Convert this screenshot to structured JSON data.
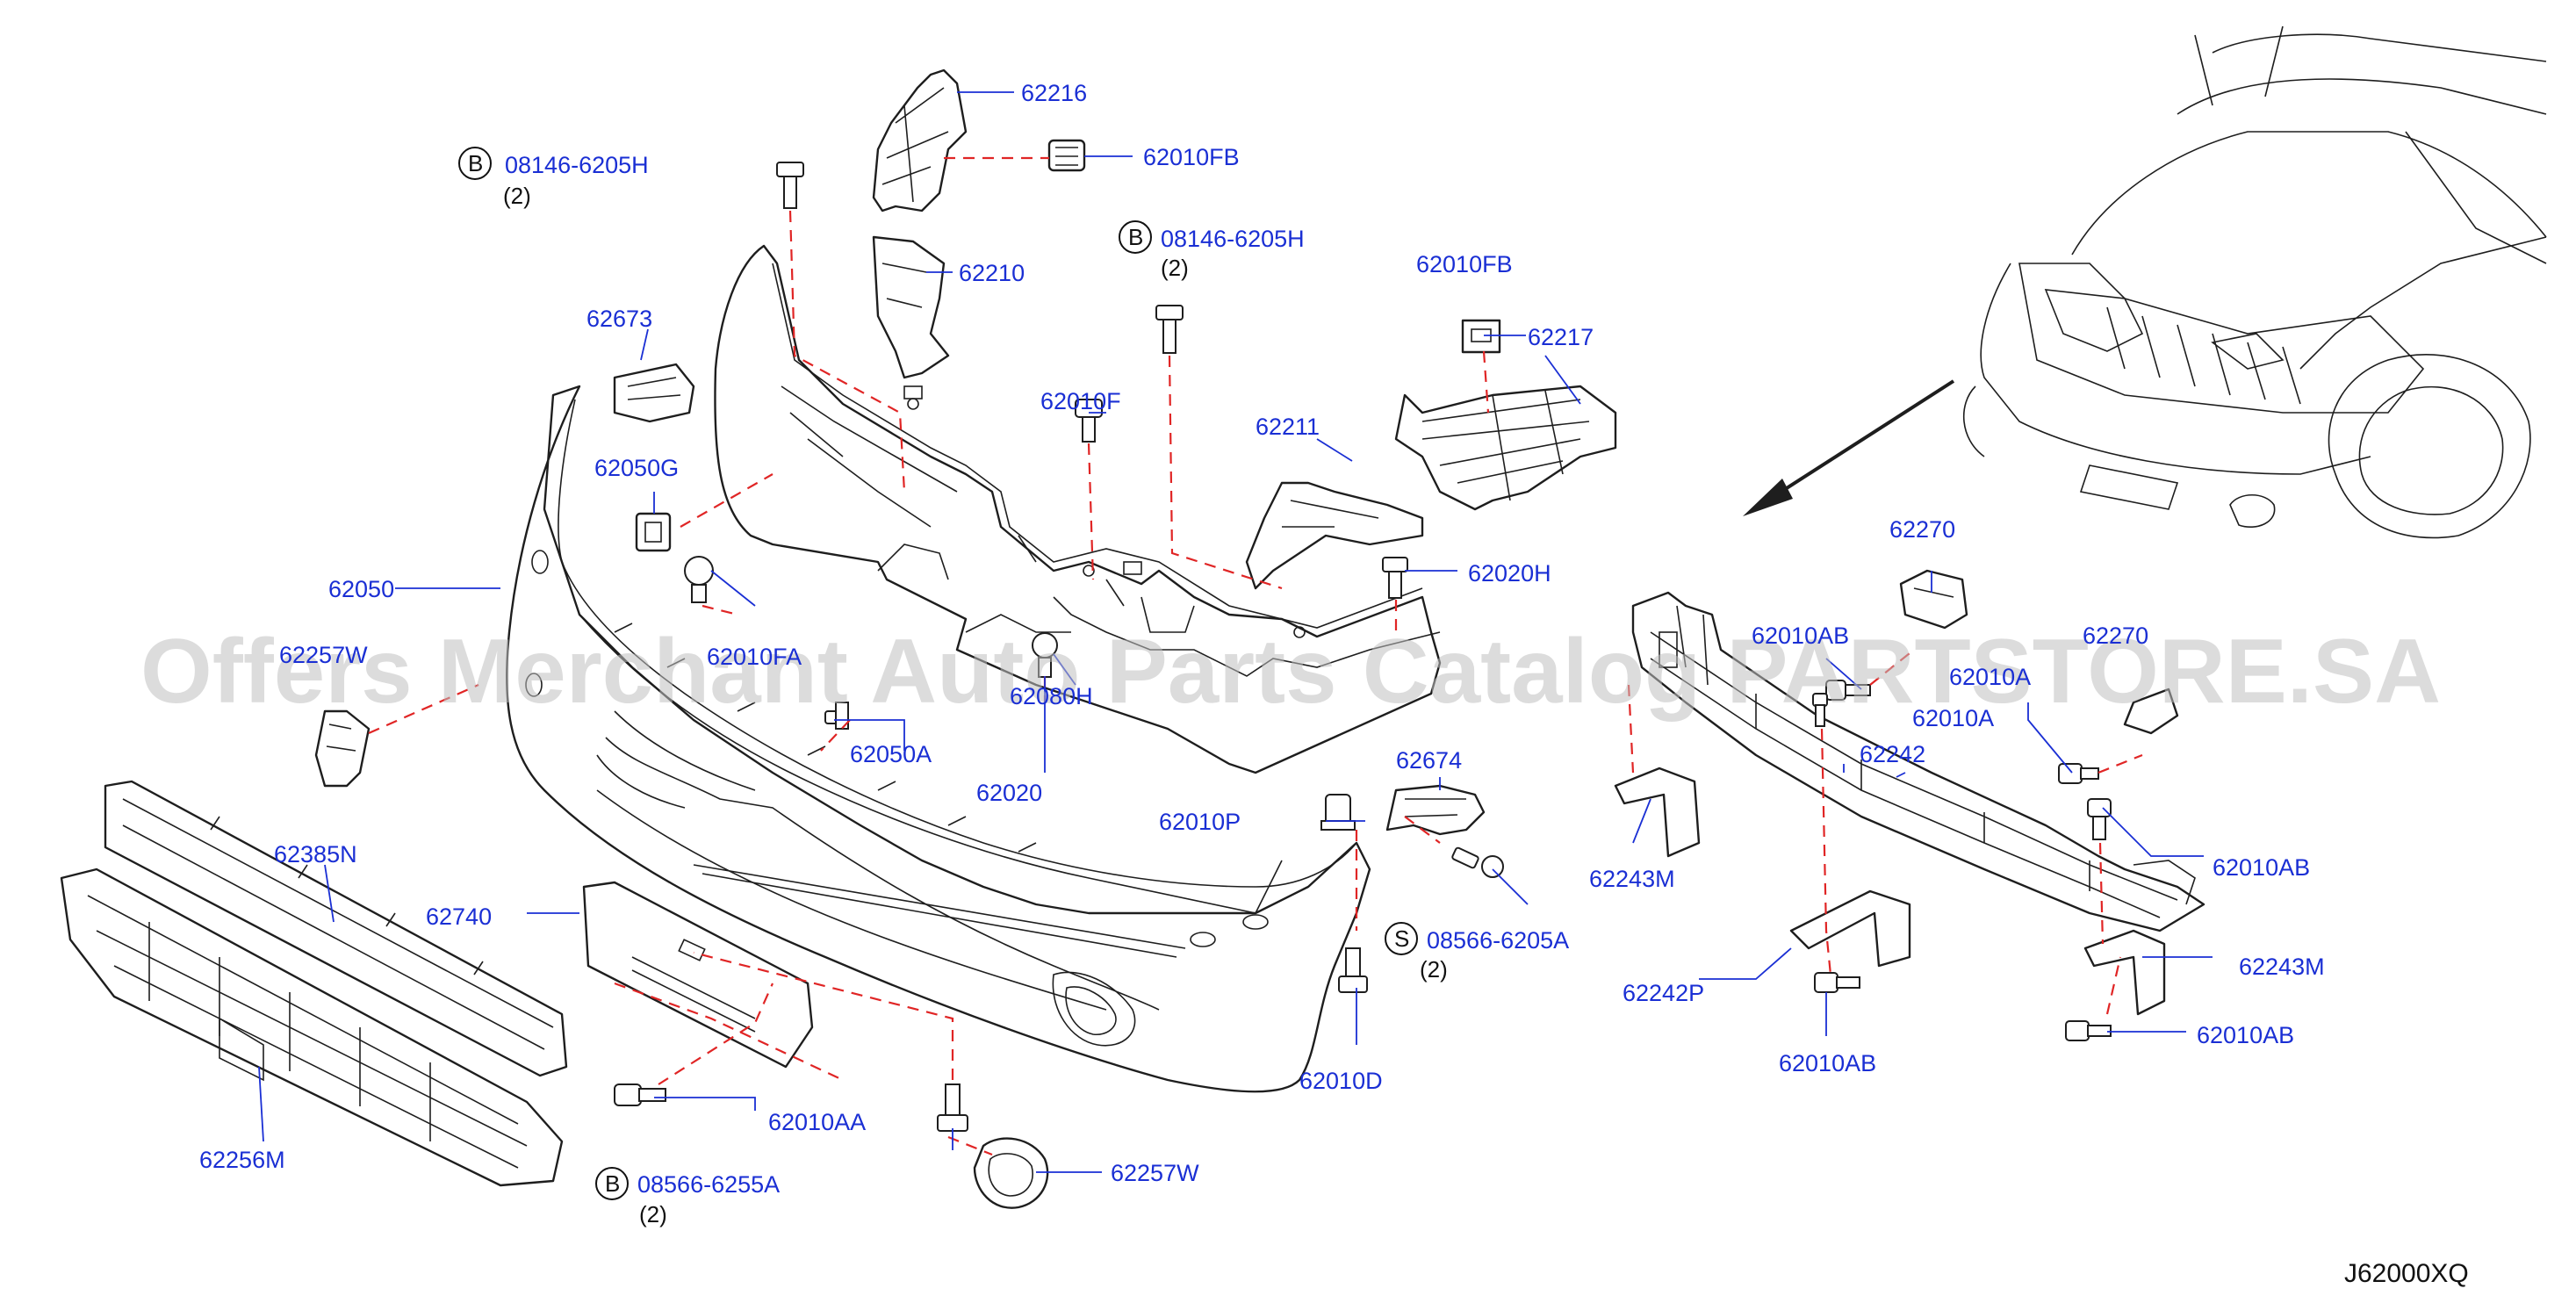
{
  "diagram_code": "J62000XQ",
  "watermark": "Offers Merchant Auto Parts Catalog PARTSTORE.SA",
  "callouts": [
    {
      "id": "p62216",
      "label": "62216"
    },
    {
      "id": "p62010FB_a",
      "label": "62010FB"
    },
    {
      "id": "p08146_a",
      "label": "08146-6205H",
      "prefix": "B",
      "qty": "(2)"
    },
    {
      "id": "p62210",
      "label": "62210"
    },
    {
      "id": "p08146_b",
      "label": "08146-6205H",
      "prefix": "B",
      "qty": "(2)"
    },
    {
      "id": "p62010FB_b",
      "label": "62010FB"
    },
    {
      "id": "p62217",
      "label": "62217"
    },
    {
      "id": "p62673",
      "label": "62673"
    },
    {
      "id": "p62010F",
      "label": "62010F"
    },
    {
      "id": "p62211",
      "label": "62211"
    },
    {
      "id": "p62050G",
      "label": "62050G"
    },
    {
      "id": "p62020H",
      "label": "62020H"
    },
    {
      "id": "p62050",
      "label": "62050"
    },
    {
      "id": "p62270_a",
      "label": "62270"
    },
    {
      "id": "p62257W_a",
      "label": "62257W"
    },
    {
      "id": "p62010FA",
      "label": "62010FA"
    },
    {
      "id": "p62080H",
      "label": "62080H"
    },
    {
      "id": "p62010AB_a",
      "label": "62010AB"
    },
    {
      "id": "p62270_b",
      "label": "62270"
    },
    {
      "id": "p62010A_a",
      "label": "62010A"
    },
    {
      "id": "p62050A",
      "label": "62050A"
    },
    {
      "id": "p62010A_b",
      "label": "62010A"
    },
    {
      "id": "p62674",
      "label": "62674"
    },
    {
      "id": "p62242",
      "label": "62242"
    },
    {
      "id": "p62020",
      "label": "62020"
    },
    {
      "id": "p62010P",
      "label": "62010P"
    },
    {
      "id": "p62385N",
      "label": "62385N"
    },
    {
      "id": "p62243M_a",
      "label": "62243M"
    },
    {
      "id": "p62010AB_b",
      "label": "62010AB"
    },
    {
      "id": "p62740",
      "label": "62740"
    },
    {
      "id": "p08566_a",
      "label": "08566-6205A",
      "prefix": "S",
      "qty": "(2)"
    },
    {
      "id": "p62243M_b",
      "label": "62243M"
    },
    {
      "id": "p62242P",
      "label": "62242P"
    },
    {
      "id": "p62010AB_c",
      "label": "62010AB"
    },
    {
      "id": "p62010D",
      "label": "62010D"
    },
    {
      "id": "p62010AB_d",
      "label": "62010AB"
    },
    {
      "id": "p62010AA",
      "label": "62010AA"
    },
    {
      "id": "p62256M",
      "label": "62256M"
    },
    {
      "id": "p62257W_b",
      "label": "62257W"
    },
    {
      "id": "p08566_b",
      "label": "08566-6255A",
      "prefix": "B",
      "qty": "(2)"
    }
  ]
}
